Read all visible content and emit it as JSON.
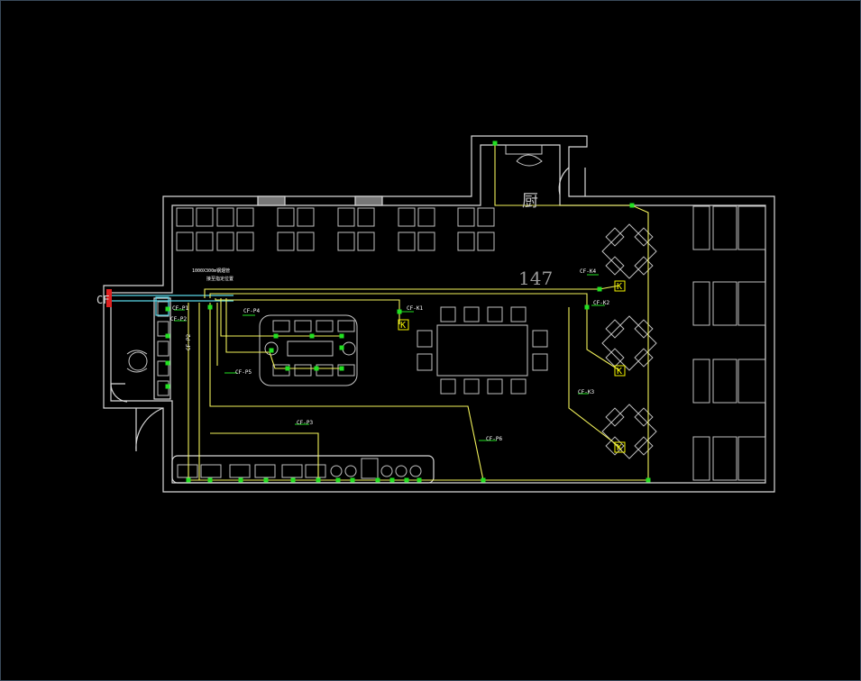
{
  "plan": {
    "room_number": "147",
    "entry_label": "CF",
    "note_line1": "1000X300m钢烟管",
    "note_line2": "接至指定位置",
    "side_char": "厨",
    "socket_symbol": "K",
    "labels": {
      "p1": "CF-P1",
      "p2": "CF-P2",
      "p3": "CF-P3",
      "p4": "CF-P4",
      "p5": "CF-P5",
      "p6": "CF-P6",
      "k1": "CF-K1",
      "k2": "CF-K2",
      "k3": "CF-K3",
      "k4": "CF-K4",
      "vertical": "CF-P2"
    }
  },
  "colors": {
    "wall": "#d8d8d8",
    "furniture": "#bfbfbf",
    "wire": "#f2f25a",
    "node": "#22e022",
    "duct": "#5ad8e8",
    "entry": "#e02020",
    "socket_fill": "#f5f500",
    "background": "#000000"
  }
}
